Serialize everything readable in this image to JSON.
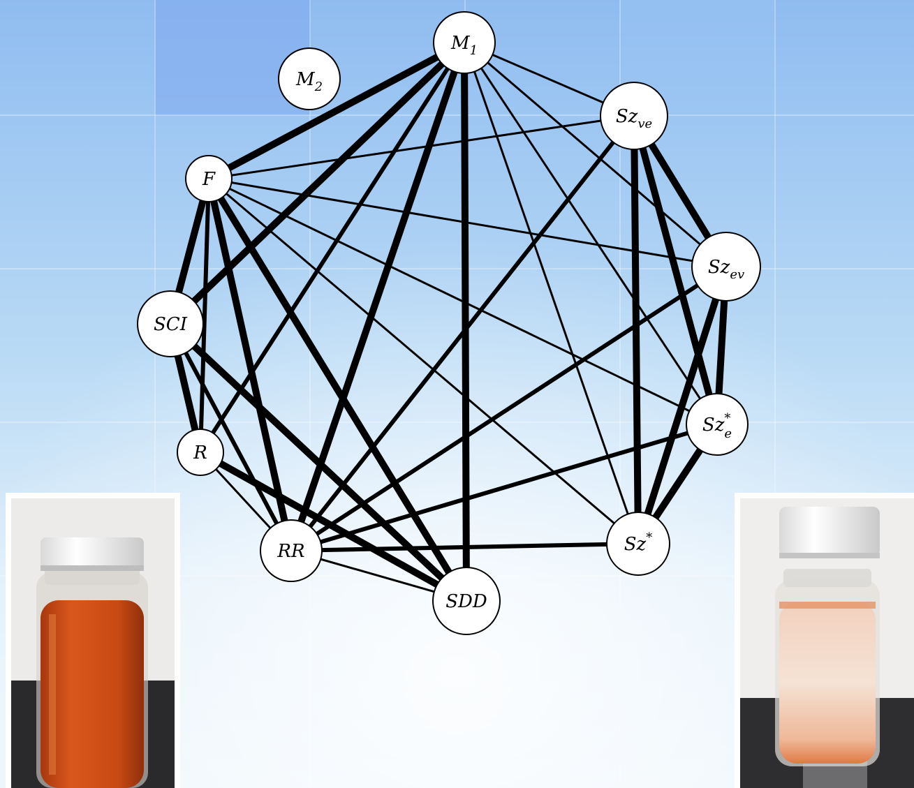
{
  "nodes": [
    {
      "id": "M1",
      "base": "M",
      "sub": "1",
      "sup": ""
    },
    {
      "id": "M2",
      "base": "M",
      "sub": "2",
      "sup": ""
    },
    {
      "id": "Szve",
      "base": "Sz",
      "sub": "ve",
      "sup": ""
    },
    {
      "id": "F",
      "base": "F",
      "sub": "",
      "sup": ""
    },
    {
      "id": "Szev",
      "base": "Sz",
      "sub": "ev",
      "sup": ""
    },
    {
      "id": "SCI",
      "base": "SCI",
      "sub": "",
      "sup": ""
    },
    {
      "id": "Sze",
      "base": "Sz",
      "sub": "e",
      "sup": "*"
    },
    {
      "id": "R",
      "base": "R",
      "sub": "",
      "sup": ""
    },
    {
      "id": "Szs",
      "base": "Sz",
      "sub": "",
      "sup": "*"
    },
    {
      "id": "RR",
      "base": "RR",
      "sub": "",
      "sup": ""
    },
    {
      "id": "SDD",
      "base": "SDD",
      "sub": "",
      "sup": ""
    }
  ],
  "edges": [
    {
      "from": "M1",
      "to": "F",
      "weight": "thick"
    },
    {
      "from": "M1",
      "to": "SCI",
      "weight": "thick"
    },
    {
      "from": "M1",
      "to": "R",
      "weight": "medium"
    },
    {
      "from": "M1",
      "to": "RR",
      "weight": "thick"
    },
    {
      "from": "M1",
      "to": "SDD",
      "weight": "thick"
    },
    {
      "from": "M1",
      "to": "Szve",
      "weight": "thin"
    },
    {
      "from": "M1",
      "to": "Szev",
      "weight": "thin"
    },
    {
      "from": "M1",
      "to": "Sze",
      "weight": "thin"
    },
    {
      "from": "M1",
      "to": "Szs",
      "weight": "thin"
    },
    {
      "from": "F",
      "to": "Szve",
      "weight": "thin"
    },
    {
      "from": "F",
      "to": "Szev",
      "weight": "thin"
    },
    {
      "from": "F",
      "to": "Sze",
      "weight": "thin"
    },
    {
      "from": "F",
      "to": "Szs",
      "weight": "thin"
    },
    {
      "from": "F",
      "to": "SCI",
      "weight": "thick"
    },
    {
      "from": "F",
      "to": "R",
      "weight": "medium"
    },
    {
      "from": "F",
      "to": "RR",
      "weight": "thick"
    },
    {
      "from": "F",
      "to": "SDD",
      "weight": "thick"
    },
    {
      "from": "Szve",
      "to": "Szev",
      "weight": "thick"
    },
    {
      "from": "Szve",
      "to": "Sze",
      "weight": "thick"
    },
    {
      "from": "Szve",
      "to": "Szs",
      "weight": "thick"
    },
    {
      "from": "Szve",
      "to": "RR",
      "weight": "medium"
    },
    {
      "from": "Szev",
      "to": "Sze",
      "weight": "thick"
    },
    {
      "from": "Szev",
      "to": "Szs",
      "weight": "thick"
    },
    {
      "from": "Szev",
      "to": "RR",
      "weight": "medium"
    },
    {
      "from": "Sze",
      "to": "Szs",
      "weight": "thick"
    },
    {
      "from": "Sze",
      "to": "RR",
      "weight": "medium"
    },
    {
      "from": "Szs",
      "to": "RR",
      "weight": "medium"
    },
    {
      "from": "SCI",
      "to": "R",
      "weight": "thick"
    },
    {
      "from": "SCI",
      "to": "RR",
      "weight": "medium"
    },
    {
      "from": "SCI",
      "to": "SDD",
      "weight": "thick"
    },
    {
      "from": "R",
      "to": "RR",
      "weight": "thin"
    },
    {
      "from": "R",
      "to": "SDD",
      "weight": "thick"
    },
    {
      "from": "RR",
      "to": "SDD",
      "weight": "thin"
    }
  ],
  "photos": [
    {
      "name": "vial-photo-left",
      "liquid": "opaque orange"
    },
    {
      "name": "vial-photo-right",
      "liquid": "clear with orange sediment"
    }
  ]
}
